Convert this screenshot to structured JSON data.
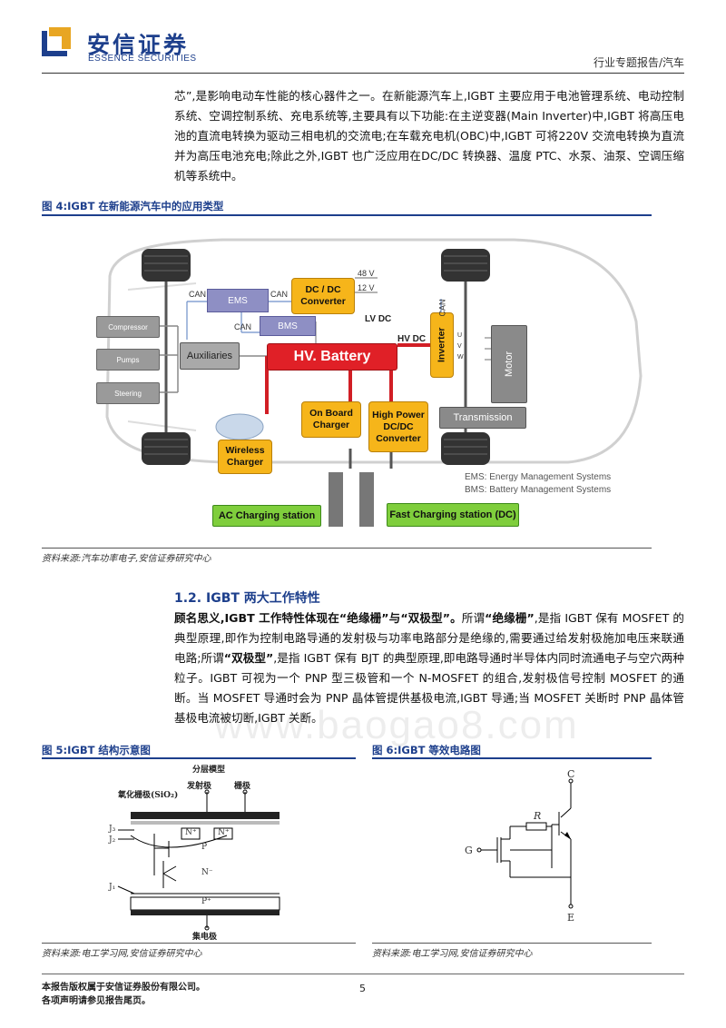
{
  "header": {
    "logo_cn": "安信证券",
    "logo_en": "ESSENCE SECURITIES",
    "right_text": "行业专题报告/汽车"
  },
  "intro_paragraph": "芯”,是影响电动车性能的核心器件之一。在新能源汽车上,IGBT 主要应用于电池管理系统、电动控制系统、空调控制系统、充电系统等,主要具有以下功能:在主逆变器(Main Inverter)中,IGBT 将高压电池的直流电转换为驱动三相电机的交流电;在车载充电机(OBC)中,IGBT 可将220V 交流电转换为直流并为高压电池充电;除此之外,IGBT 也广泛应用在DC/DC 转换器、温度 PTC、水泵、油泵、空调压缩机等系统中。",
  "figure4": {
    "title": "图 4:IGBT 在新能源汽车中的应用类型",
    "source": "资料来源:汽车功率电子,安信证券研究中心",
    "watermark": "www.baogao8.com",
    "boxes": {
      "compressor": "Compressor",
      "pumps": "Pumps",
      "steering": "Steering",
      "auxiliaries": "Auxiliaries",
      "ems": "EMS",
      "bms": "BMS",
      "dcdc": "DC / DC Converter",
      "battery": "HV. Battery",
      "inverter": "Inverter",
      "motor": "Motor",
      "transmission": "Transmission",
      "onboard": "On Board Charger",
      "highpower": "High Power DC/DC Converter",
      "wireless": "Wireless Charger",
      "ac_station": "AC Charging station",
      "fast_station": "Fast Charging station (DC)"
    },
    "labels": {
      "can1": "CAN",
      "can2": "CAN",
      "can3": "CAN",
      "can4": "CAN",
      "v48": "48 V",
      "v12": "12 V",
      "lvdc": "LV DC",
      "hvdc": "HV DC",
      "u": "U",
      "v": "V",
      "w": "W",
      "legend1": "EMS: Energy Management Systems",
      "legend2": "BMS: Battery Management Systems"
    }
  },
  "section": {
    "title": "1.2. IGBT 两大工作特性",
    "lead_bold": "顾名思义,IGBT 工作特性体现在“绝缘栅”与“双极型”。",
    "body1": "所谓",
    "term1": "“绝缘栅”",
    "body2": ",是指 IGBT 保有 MOSFET 的典型原理,即作为控制电路导通的发射极与功率电路部分是绝缘的,需要通过给发射极施加电压来联通电路;所谓",
    "term2": "“双极型”",
    "body3": ",是指 IGBT 保有 BJT 的典型原理,即电路导通时半导体内同时流通电子与空穴两种粒子。IGBT 可视为一个 PNP 型三极管和一个 N-MOSFET 的组合,发射极信号控制 MOSFET 的通断。当 MOSFET 导通时会为 PNP 晶体管提供基极电流,IGBT 导通;当 MOSFET 关断时 PNP 晶体管基极电流被切断,IGBT 关断。"
  },
  "figure5": {
    "title": "图 5:IGBT 结构示意图",
    "source": "资料来源:电工学习网,安信证券研究中心",
    "labels": {
      "top": "分层模型",
      "emitter": "发射极",
      "gate": "栅极",
      "oxide": "氧化栅极(SiO₂)",
      "j3": "J₃",
      "j2": "J₂",
      "j1": "J₁",
      "nplus1": "N⁺",
      "nplus2": "N⁺",
      "p": "P",
      "nminus": "N⁻",
      "pplus": "P⁺",
      "collector": "集电极"
    }
  },
  "figure6": {
    "title": "图 6:IGBT 等效电路图",
    "source": "资料来源:电工学习网,安信证券研究中心",
    "labels": {
      "c": "C",
      "e": "E",
      "g": "G",
      "r": "R"
    }
  },
  "footer": {
    "line1": "本报告版权属于安信证券股份有限公司。",
    "line2": "各项声明请参见报告尾页。",
    "page": "5"
  }
}
